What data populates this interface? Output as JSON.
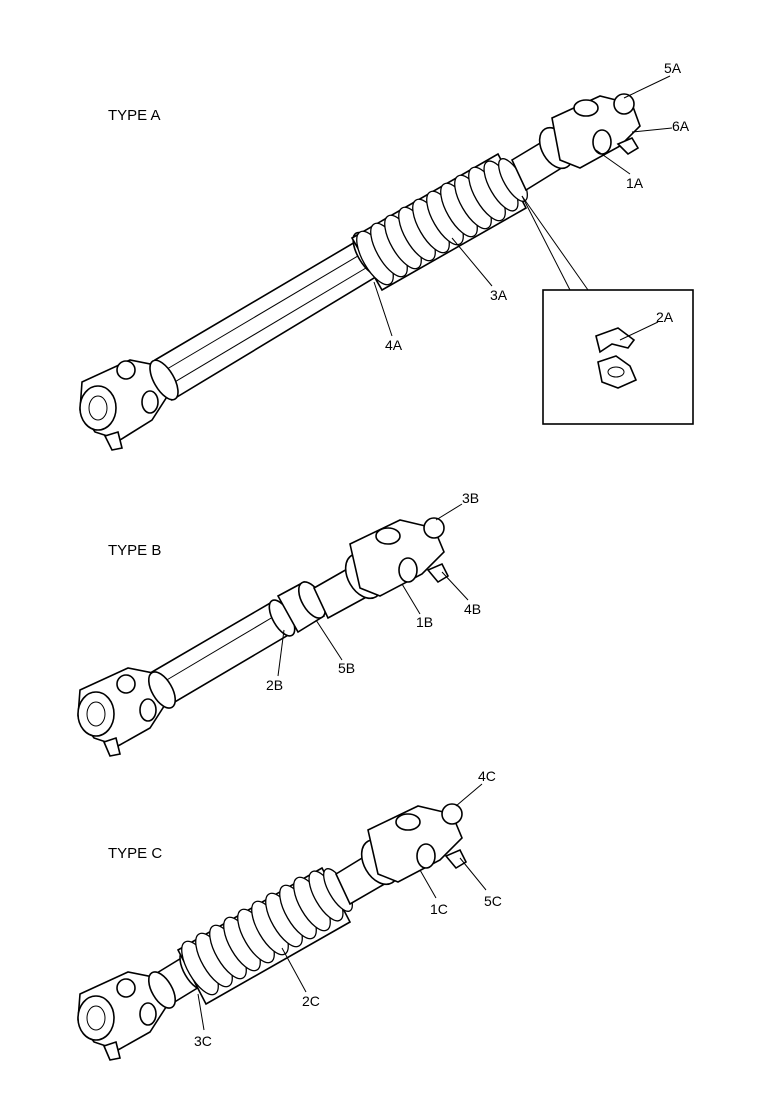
{
  "sections": [
    {
      "type_label": "TYPE A",
      "callouts": [
        "5A",
        "6A",
        "1A",
        "3A",
        "4A",
        "2A"
      ]
    },
    {
      "type_label": "TYPE B",
      "callouts": [
        "3B",
        "4B",
        "1B",
        "5B",
        "2B"
      ]
    },
    {
      "type_label": "TYPE C",
      "callouts": [
        "4C",
        "5C",
        "1C",
        "2C",
        "3C"
      ]
    }
  ]
}
